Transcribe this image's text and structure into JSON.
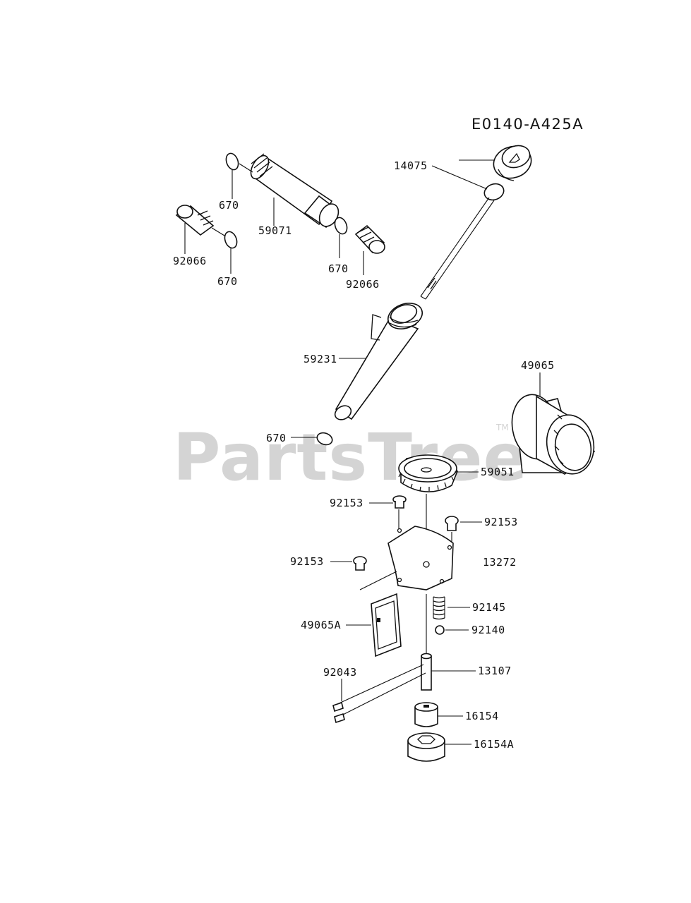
{
  "diagram_code": "E0140-A425A",
  "watermark": {
    "text": "PartsTree",
    "trademark": "TM"
  },
  "callouts": {
    "c14075": "14075",
    "c670a": "670",
    "c59071": "59071",
    "c92066a": "92066",
    "c670b": "670",
    "c670c": "670",
    "c92066b": "92066",
    "c59231": "59231",
    "c49065": "49065",
    "c670d": "670",
    "c59051": "59051",
    "c92153a": "92153",
    "c92153b": "92153",
    "c92153c": "92153",
    "c13272": "13272",
    "c92145": "92145",
    "c49065A": "49065A",
    "c92140": "92140",
    "c92043": "92043",
    "c13107": "13107",
    "c16154": "16154",
    "c16154A": "16154A"
  }
}
